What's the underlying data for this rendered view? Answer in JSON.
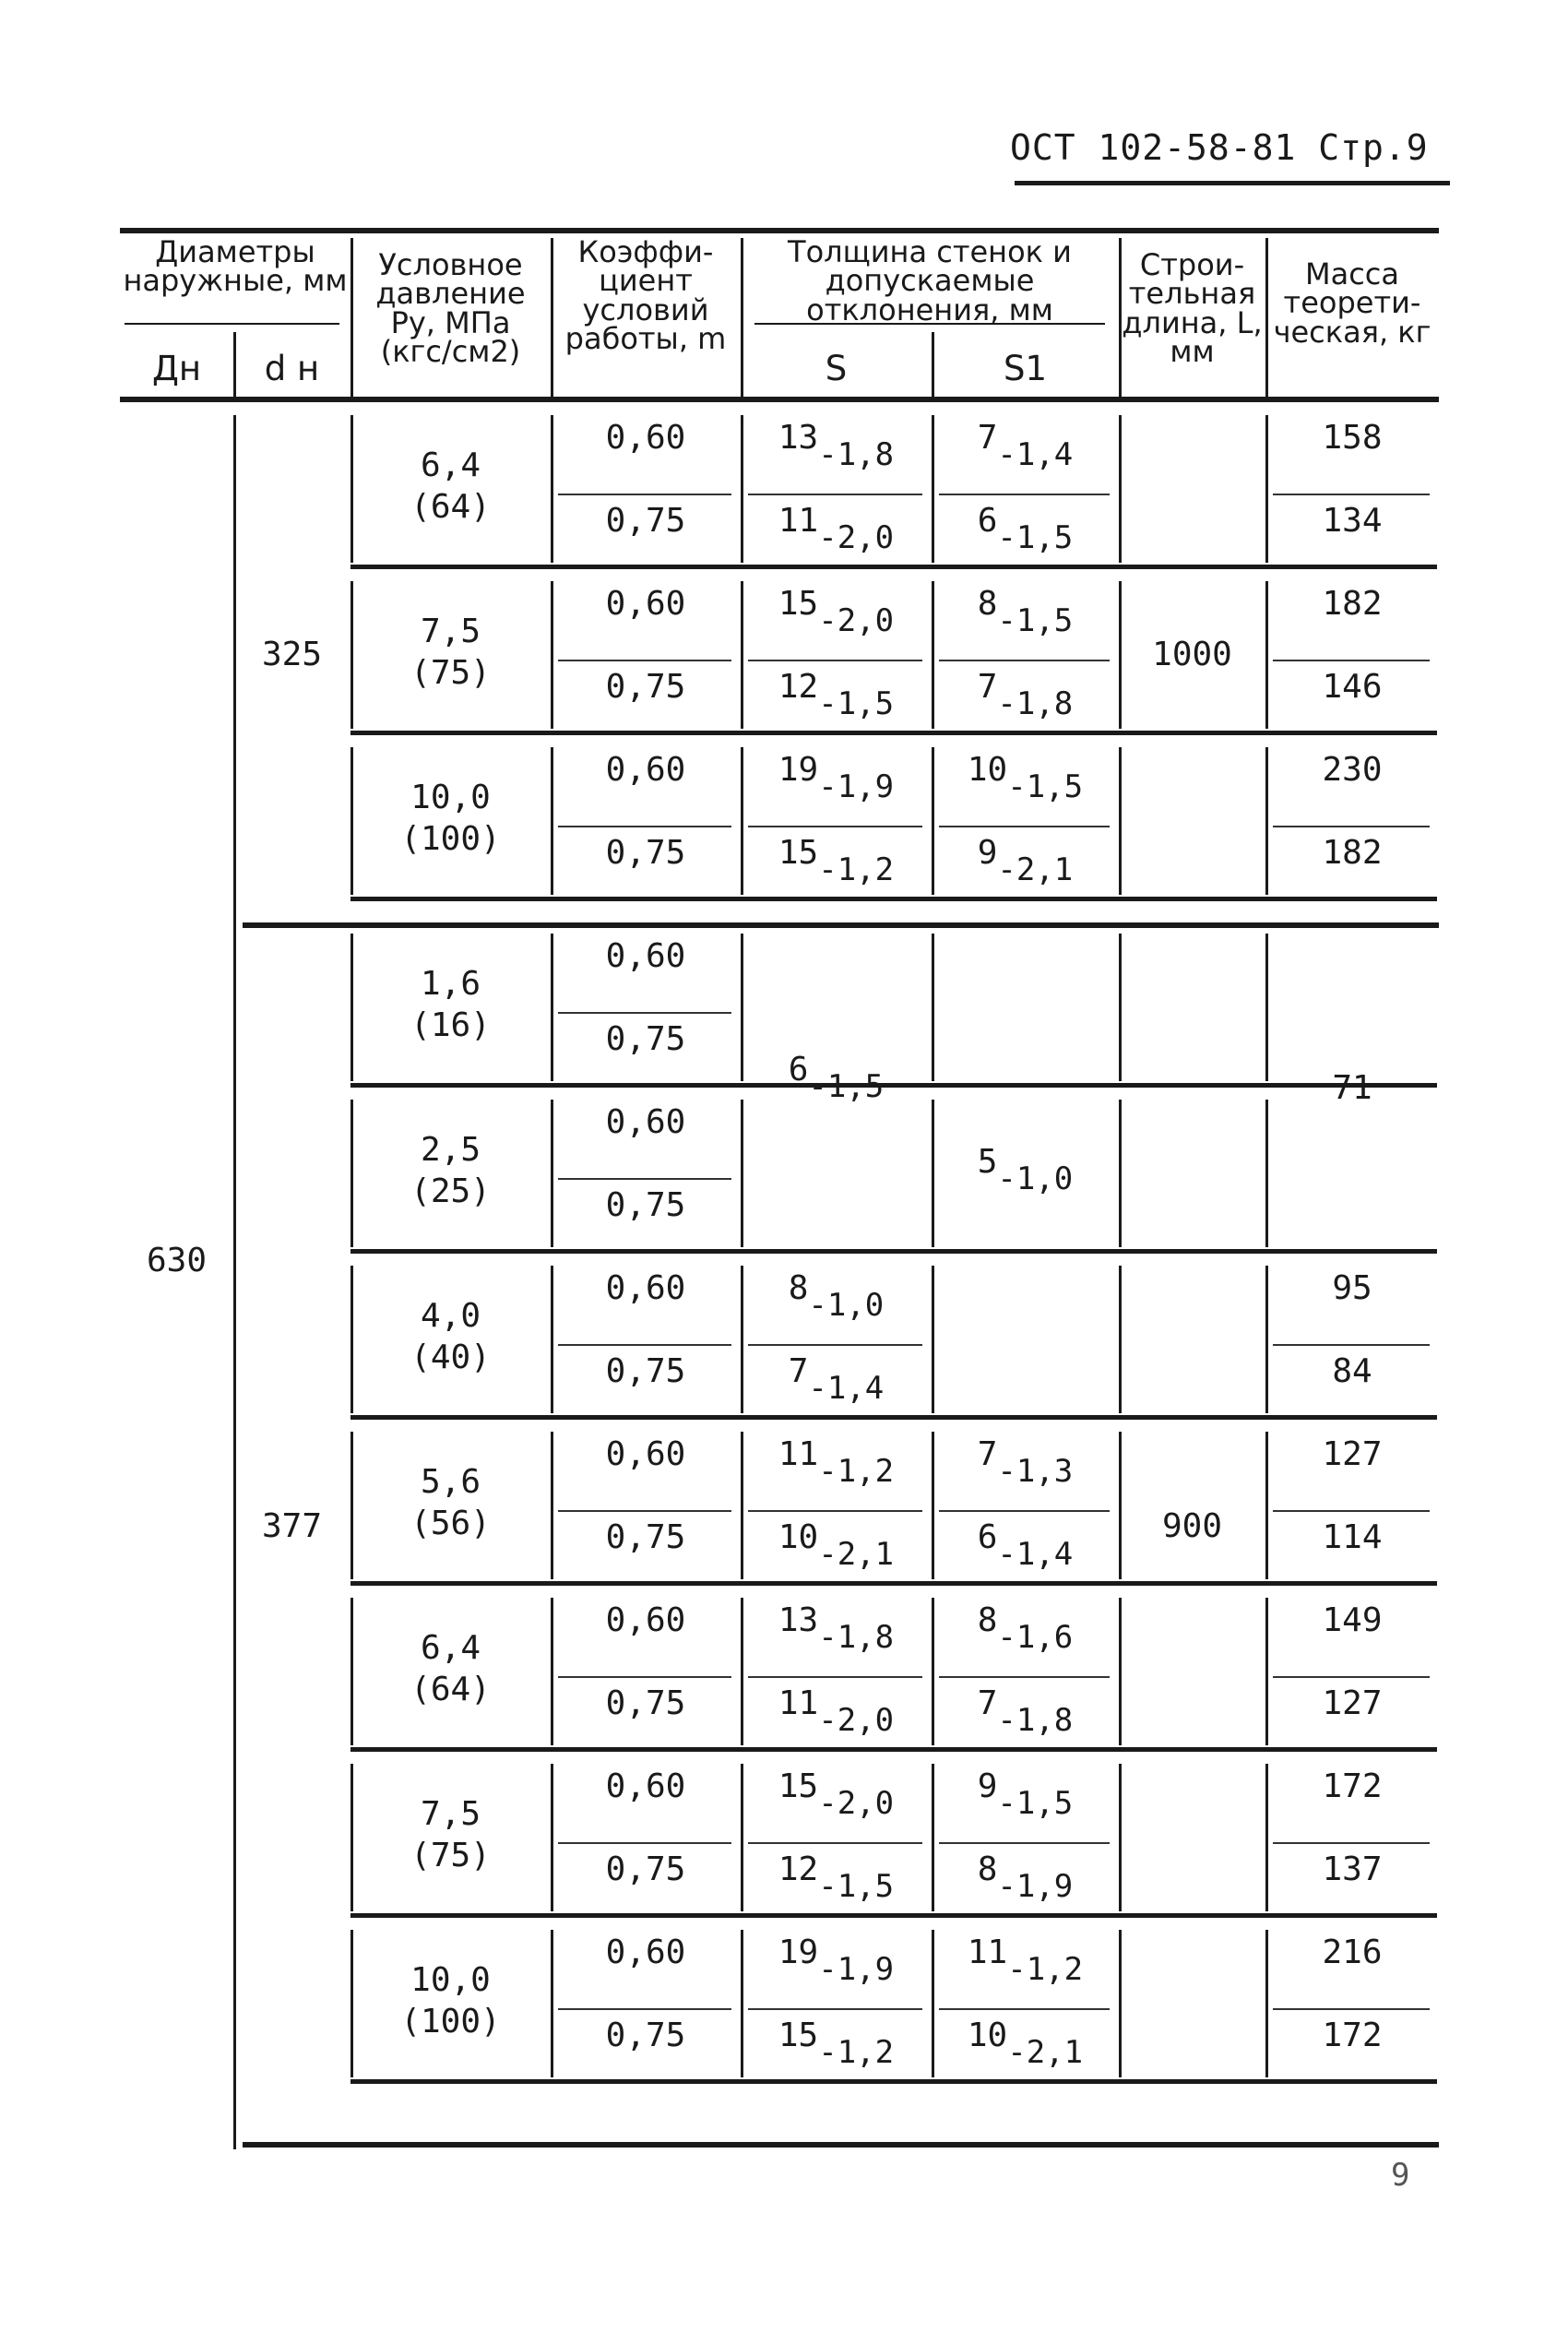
{
  "header": {
    "title": "ОСТ 102-58-81 Стр.9"
  },
  "columns": {
    "diam_title": "Диаметры наружные, мм",
    "dn": "Дн",
    "dn_small": "d н",
    "pressure": "Условное давление Py, МПа (кгс/см2)",
    "coef": "Коэффи- циент условий работы, m",
    "thickness": "Толщина стенок и допускаемые отклонения, мм",
    "s": "S",
    "s1": "S1",
    "length": "Строи- тельная длина, L, мм",
    "mass": "Масса теорети- ческая, кг"
  },
  "outer_diameter": "630",
  "groups": [
    {
      "dn_small": "325",
      "length": "1000",
      "rows": [
        {
          "p": "6,4",
          "p2": "(64)",
          "m1": "0,60",
          "m2": "0,75",
          "s_a": {
            "v": "13",
            "d": "-1,8"
          },
          "s_b": {
            "v": "11",
            "d": "-2,0"
          },
          "s1_a": {
            "v": "7",
            "d": "-1,4"
          },
          "s1_b": {
            "v": "6",
            "d": "-1,5"
          },
          "mass_a": "158",
          "mass_b": "134"
        },
        {
          "p": "7,5",
          "p2": "(75)",
          "m1": "0,60",
          "m2": "0,75",
          "s_a": {
            "v": "15",
            "d": "-2,0"
          },
          "s_b": {
            "v": "12",
            "d": "-1,5"
          },
          "s1_a": {
            "v": "8",
            "d": "-1,5"
          },
          "s1_b": {
            "v": "7",
            "d": "-1,8"
          },
          "mass_a": "182",
          "mass_b": "146"
        },
        {
          "p": "10,0",
          "p2": "(100)",
          "m1": "0,60",
          "m2": "0,75",
          "s_a": {
            "v": "19",
            "d": "-1,9"
          },
          "s_b": {
            "v": "15",
            "d": "-1,2"
          },
          "s1_a": {
            "v": "10",
            "d": "-1,5"
          },
          "s1_b": {
            "v": "9",
            "d": "-2,1"
          },
          "mass_a": "230",
          "mass_b": "182"
        }
      ]
    },
    {
      "dn_small": "377",
      "length": "900",
      "merged": {
        "s": {
          "v": "6",
          "d": "-1,5"
        },
        "s1": {
          "v": "5",
          "d": "-1,0"
        },
        "mass": "71"
      },
      "rows": [
        {
          "p": "1,6",
          "p2": "(16)",
          "m1": "0,60",
          "m2": "0,75"
        },
        {
          "p": "2,5",
          "p2": "(25)",
          "m1": "0,60",
          "m2": "0,75"
        },
        {
          "p": "4,0",
          "p2": "(40)",
          "m1": "0,60",
          "m2": "0,75",
          "s_a": {
            "v": "8",
            "d": "-1,0"
          },
          "s_b": {
            "v": "7",
            "d": "-1,4"
          },
          "mass_a": "95",
          "mass_b": "84"
        },
        {
          "p": "5,6",
          "p2": "(56)",
          "m1": "0,60",
          "m2": "0,75",
          "s_a": {
            "v": "11",
            "d": "-1,2"
          },
          "s_b": {
            "v": "10",
            "d": "-2,1"
          },
          "s1_a": {
            "v": "7",
            "d": "-1,3"
          },
          "s1_b": {
            "v": "6",
            "d": "-1,4"
          },
          "mass_a": "127",
          "mass_b": "114"
        },
        {
          "p": "6,4",
          "p2": "(64)",
          "m1": "0,60",
          "m2": "0,75",
          "s_a": {
            "v": "13",
            "d": "-1,8"
          },
          "s_b": {
            "v": "11",
            "d": "-2,0"
          },
          "s1_a": {
            "v": "8",
            "d": "-1,6"
          },
          "s1_b": {
            "v": "7",
            "d": "-1,8"
          },
          "mass_a": "149",
          "mass_b": "127"
        },
        {
          "p": "7,5",
          "p2": "(75)",
          "m1": "0,60",
          "m2": "0,75",
          "s_a": {
            "v": "15",
            "d": "-2,0"
          },
          "s_b": {
            "v": "12",
            "d": "-1,5"
          },
          "s1_a": {
            "v": "9",
            "d": "-1,5"
          },
          "s1_b": {
            "v": "8",
            "d": "-1,9"
          },
          "mass_a": "172",
          "mass_b": "137"
        },
        {
          "p": "10,0",
          "p2": "(100)",
          "m1": "0,60",
          "m2": "0,75",
          "s_a": {
            "v": "19",
            "d": "-1,9"
          },
          "s_b": {
            "v": "15",
            "d": "-1,2"
          },
          "s1_a": {
            "v": "11",
            "d": "-1,2"
          },
          "s1_b": {
            "v": "10",
            "d": "-2,1"
          },
          "mass_a": "216",
          "mass_b": "172"
        }
      ]
    }
  ],
  "page_number": "9"
}
